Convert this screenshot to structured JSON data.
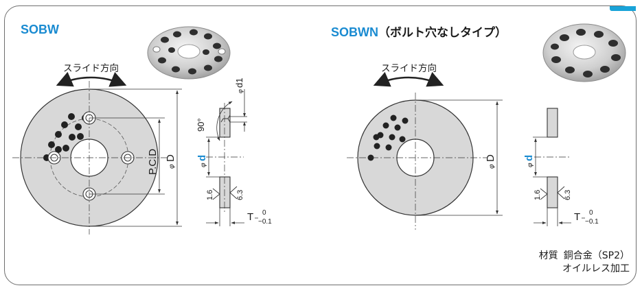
{
  "left": {
    "title": "SOBW",
    "slide_label": "スライド方向",
    "dim_pcd": "P.C.D",
    "dim_d_outer": "D",
    "dim_d_bore": "d",
    "dim_d1": "d1",
    "angle": "90°",
    "rough_a": "1.6",
    "rough_b": "6.3",
    "dim_t": "T",
    "tol_upper": "0",
    "tol_lower": "−0.1",
    "phi": "φ"
  },
  "right": {
    "title": "SOBWN",
    "title_note": "（ボルト穴なしタイプ）",
    "slide_label": "スライド方向",
    "dim_d_outer": "D",
    "dim_d_bore": "d",
    "rough_a": "1.6",
    "rough_b": "6.3",
    "dim_t": "T",
    "tol_upper": "0",
    "tol_lower": "−0.1",
    "phi": "φ"
  },
  "material": {
    "label": "材質",
    "value": "銅合金（SP2）",
    "note": "オイルレス加工"
  },
  "colors": {
    "accent": "#1a8bd1",
    "bore_label": "#1a8bd1",
    "part_fill": "#d8d8d8",
    "plug": "#2b2b2b",
    "frame": "#6e6e6e"
  }
}
